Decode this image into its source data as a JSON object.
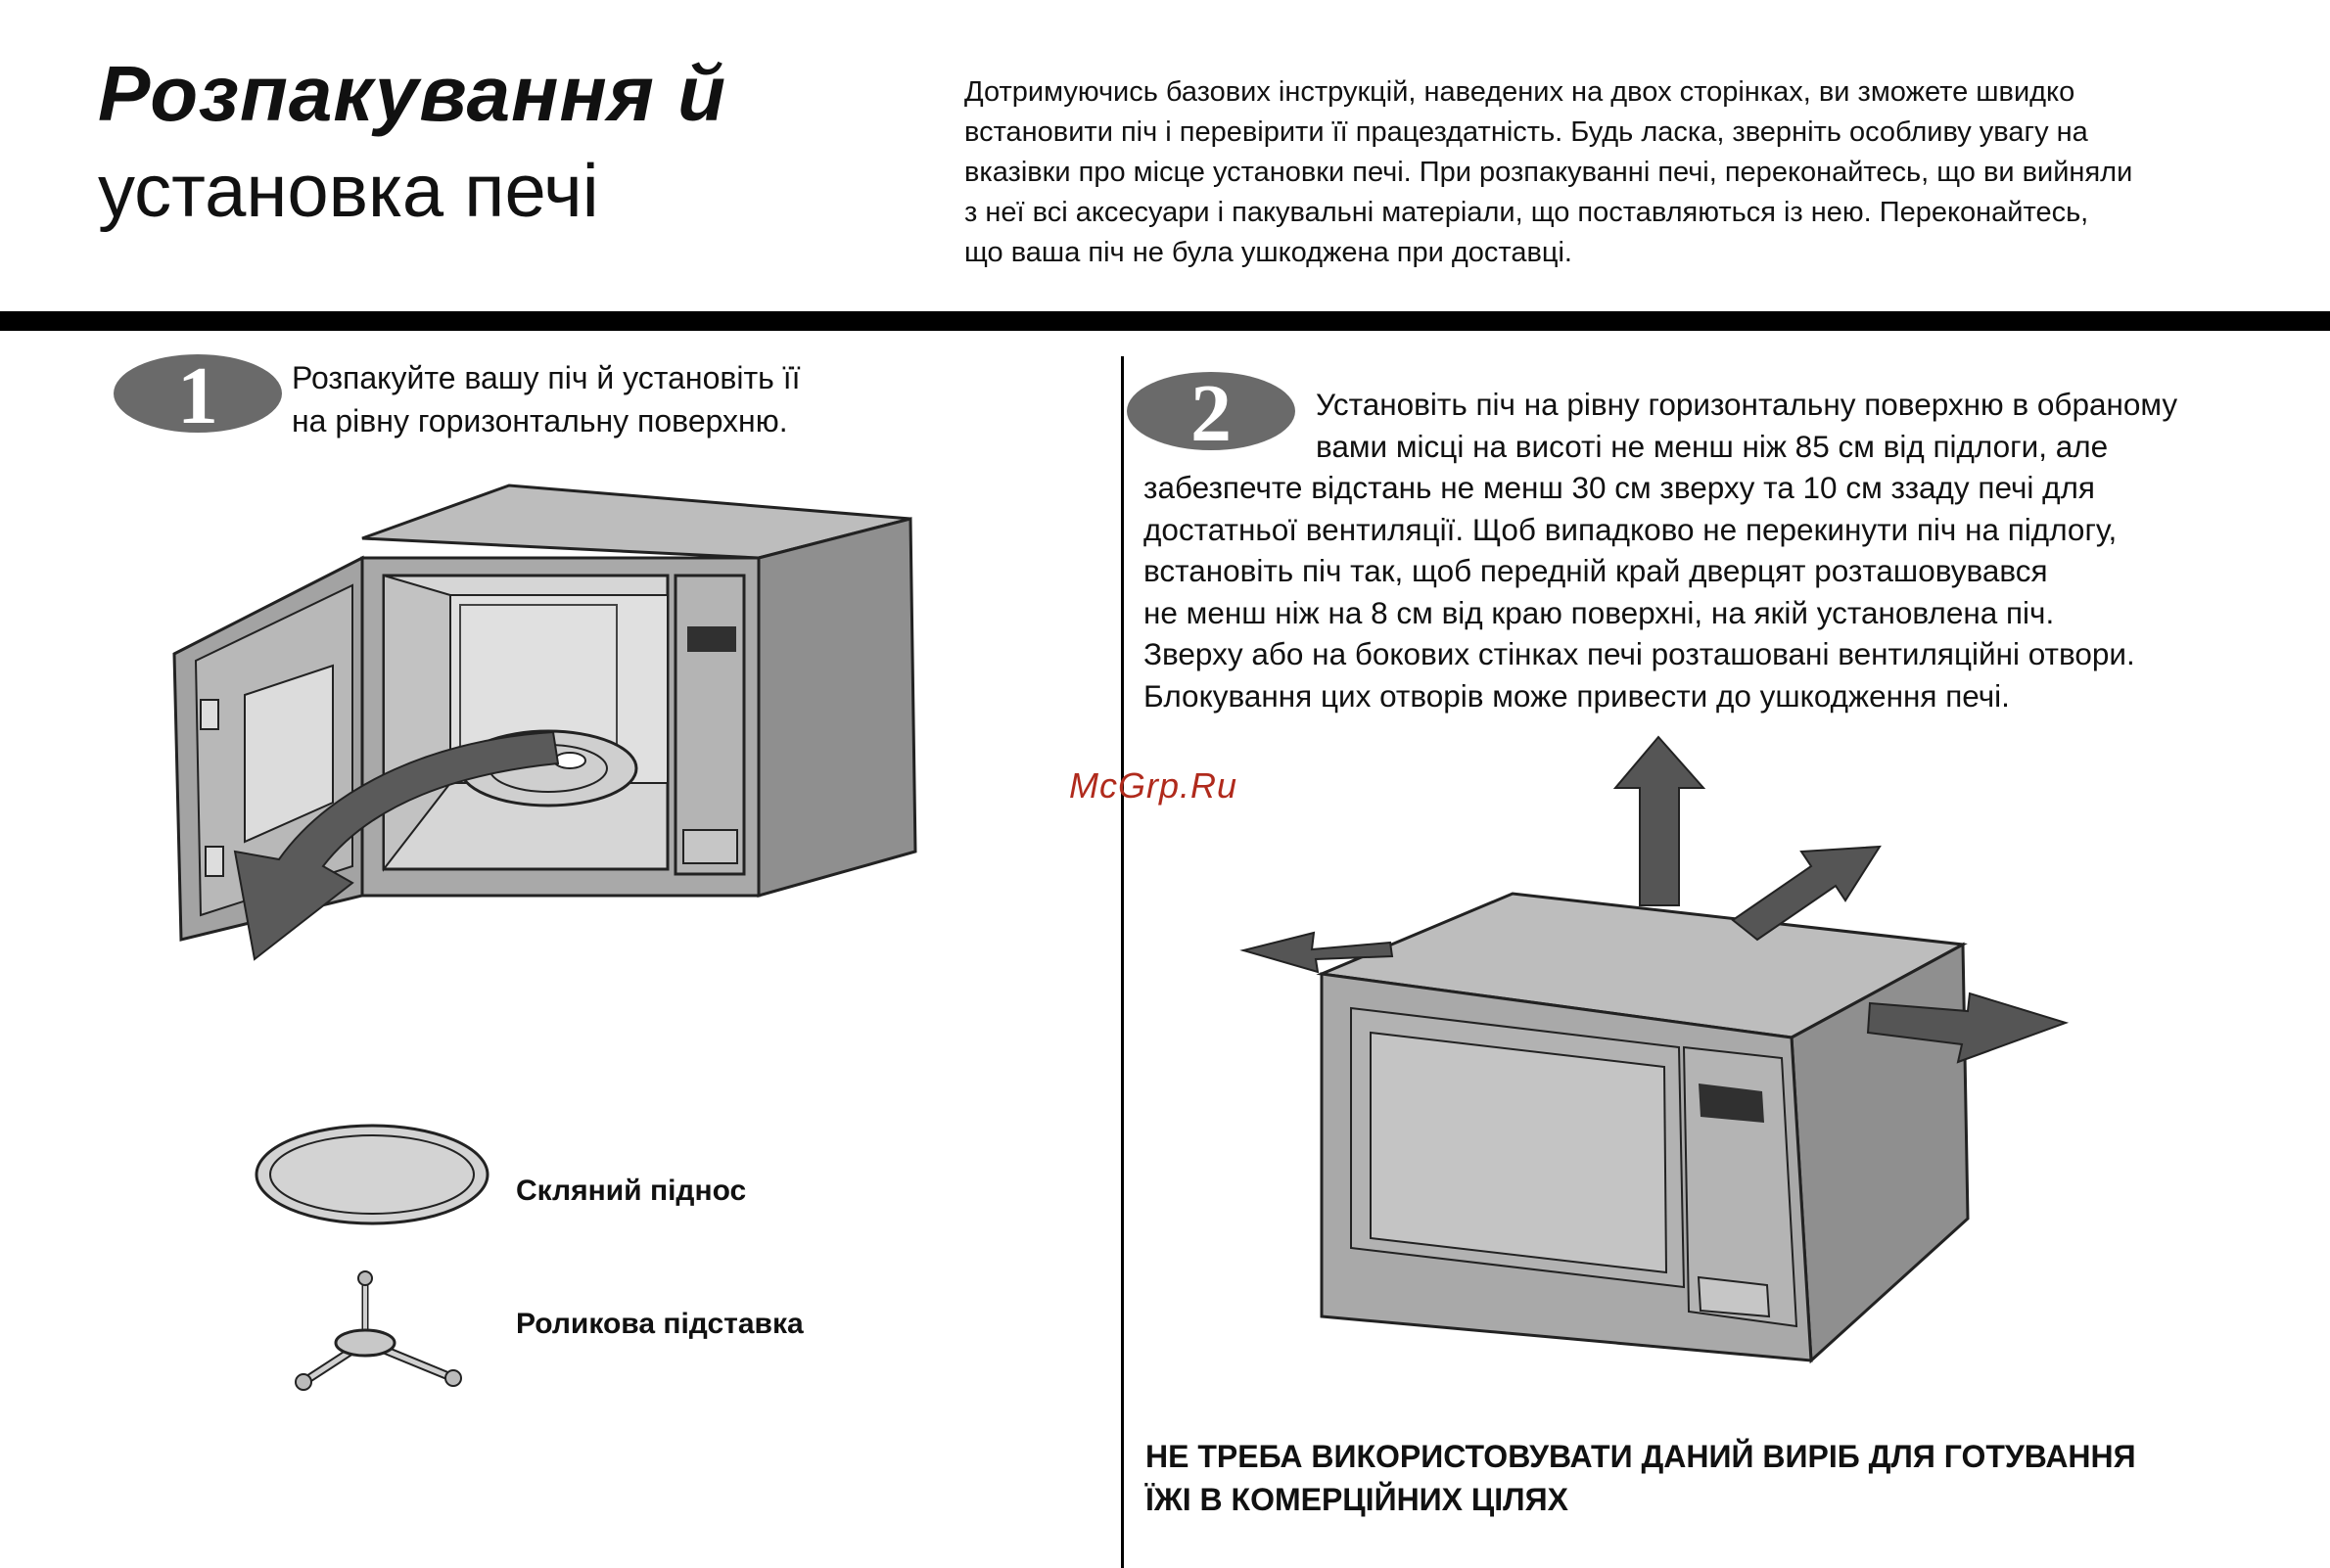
{
  "header": {
    "title_bold": "Розпакування й",
    "title_regular": "установка печі",
    "intro_lines": [
      "Дотримуючись базових інструкцій, наведених на двох сторінках, ви зможете швидко",
      "встановити піч і перевірити її працездатність. Будь ласка, зверніть особливу увагу на",
      "вказівки про місце установки печі. При розпакуванні печі, переконайтесь, що ви вийняли",
      "з неї всі аксесуари і пакувальні матеріали, що поставляються із нею. Переконайтесь,",
      "що ваша піч не була ушкоджена при доставці."
    ]
  },
  "step1": {
    "number": "1",
    "text_lines": [
      "Розпакуйте вашу піч й установіть її",
      "на рівну горизонтальну поверхню."
    ],
    "accessories": [
      {
        "label": "Скляний піднос",
        "icon": "glass-tray-icon"
      },
      {
        "label": "Роликова підставка",
        "icon": "roller-ring-icon"
      }
    ]
  },
  "step2": {
    "number": "2",
    "text_lines": [
      "Установіть піч на рівну горизонтальну поверхню в обраному",
      "вами місці на висоті не менш ніж 85 см від підлоги, але",
      "забезпечте відстань не менш 30 см зверху та 10 см ззаду печі для",
      "достатньої вентиляції.  Щоб випадково не перекинути піч на підлогу,",
      "встановіть піч так, щоб передній край  дверцят розташовувався",
      "не менш ніж на 8 см від краю поверхні, на якій установлена піч.",
      "Зверху або на бокових стінках печі розташовані вентиляційні отвори.",
      "Блокування цих отворів може привести до ушкодження печі."
    ],
    "warning_lines": [
      "НЕ ТРЕБА ВИКОРИСТОВУВАТИ ДАНИЙ ВИРІБ ДЛЯ ГОТУВАННЯ",
      "ЇЖІ В КОМЕРЦІЙНИХ ЦІЛЯХ"
    ]
  },
  "watermark": "McGrp.Ru",
  "colors": {
    "oven_body": "#a7a7a7",
    "oven_top": "#bdbdbd",
    "oven_dark": "#6f6f6f",
    "arrow": "#555555",
    "watermark": "#b02a1c",
    "rule": "#000000"
  }
}
